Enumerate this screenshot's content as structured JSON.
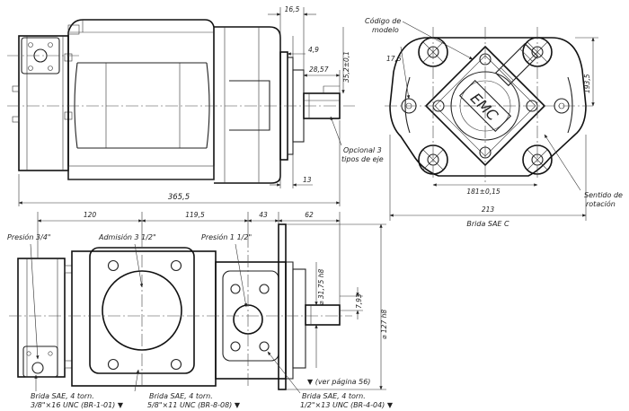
{
  "dimensions": {
    "shaft_length": "16,5",
    "flange_thickness": "4,9",
    "shaft_key_length": "28,57",
    "shaft_height": "35,2±0,1",
    "overall_length": "365,5",
    "flange_gap": "13",
    "bolt_radius": "17,5",
    "flange_height": "193,5",
    "bolt_spacing": "181±0,15",
    "flange_width": "213",
    "side_segment_1": "120",
    "side_segment_2": "119,5",
    "side_segment_3": "43",
    "side_segment_4": "62",
    "pilot_diameter": "⌀ 31,75 h8",
    "key_width": "7,93",
    "spigot_diameter": "⌀ 127 h8"
  },
  "labels": {
    "model_code": "Código de\nmodelo",
    "optional_shafts": "Opcional 3\ntipos de eje",
    "rotation_direction": "Sentido de\nrotación",
    "flange_type": "Brida SAE C",
    "pressure_3_4": "Presión 3/4\"",
    "inlet_3_1_2": "Admisión 3 1/2\"",
    "pressure_1_1_2": "Presión 1 1/2\"",
    "see_page": "▼ (ver página 56)",
    "flange_br101": "Brida SAE, 4 torn.\n3/8\"×16 UNC (BR-1-01) ▼",
    "flange_br808": "Brida SAE, 4 torn.\n5/8\"×11 UNC (BR-8-08) ▼",
    "flange_br404": "Brida SAE, 4 torn.\n1/2\"×13 UNC (BR-4-04) ▼",
    "logo_text": "EMC"
  }
}
